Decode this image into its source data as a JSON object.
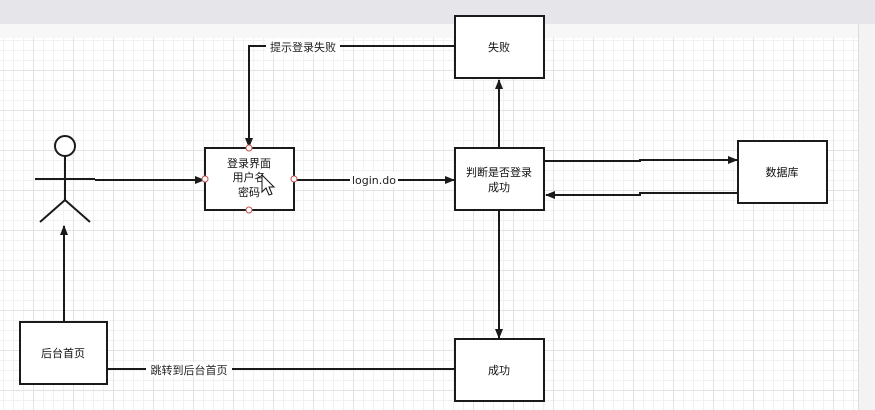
{
  "nodes": {
    "login_page": {
      "lines": [
        "登录界面",
        "用户名",
        "密码"
      ]
    },
    "judge": {
      "lines": [
        "判断是否登录",
        "成功"
      ]
    },
    "failure": {
      "lines": [
        "失败"
      ]
    },
    "database": {
      "lines": [
        "数据库"
      ]
    },
    "success": {
      "lines": [
        "成功"
      ]
    },
    "backend_home": {
      "lines": [
        "后台首页"
      ]
    }
  },
  "edges": {
    "login_do": "login.do",
    "prompt_login_failed": "提示登录失败",
    "redirect_backend": "跳转到后台首页"
  },
  "icons": {
    "actor": "actor-icon",
    "cursor": "mouse-cursor-icon"
  },
  "colors": {
    "stroke": "#1a1a1a",
    "port": "#c0504d",
    "grid": "#e2e2e2"
  }
}
